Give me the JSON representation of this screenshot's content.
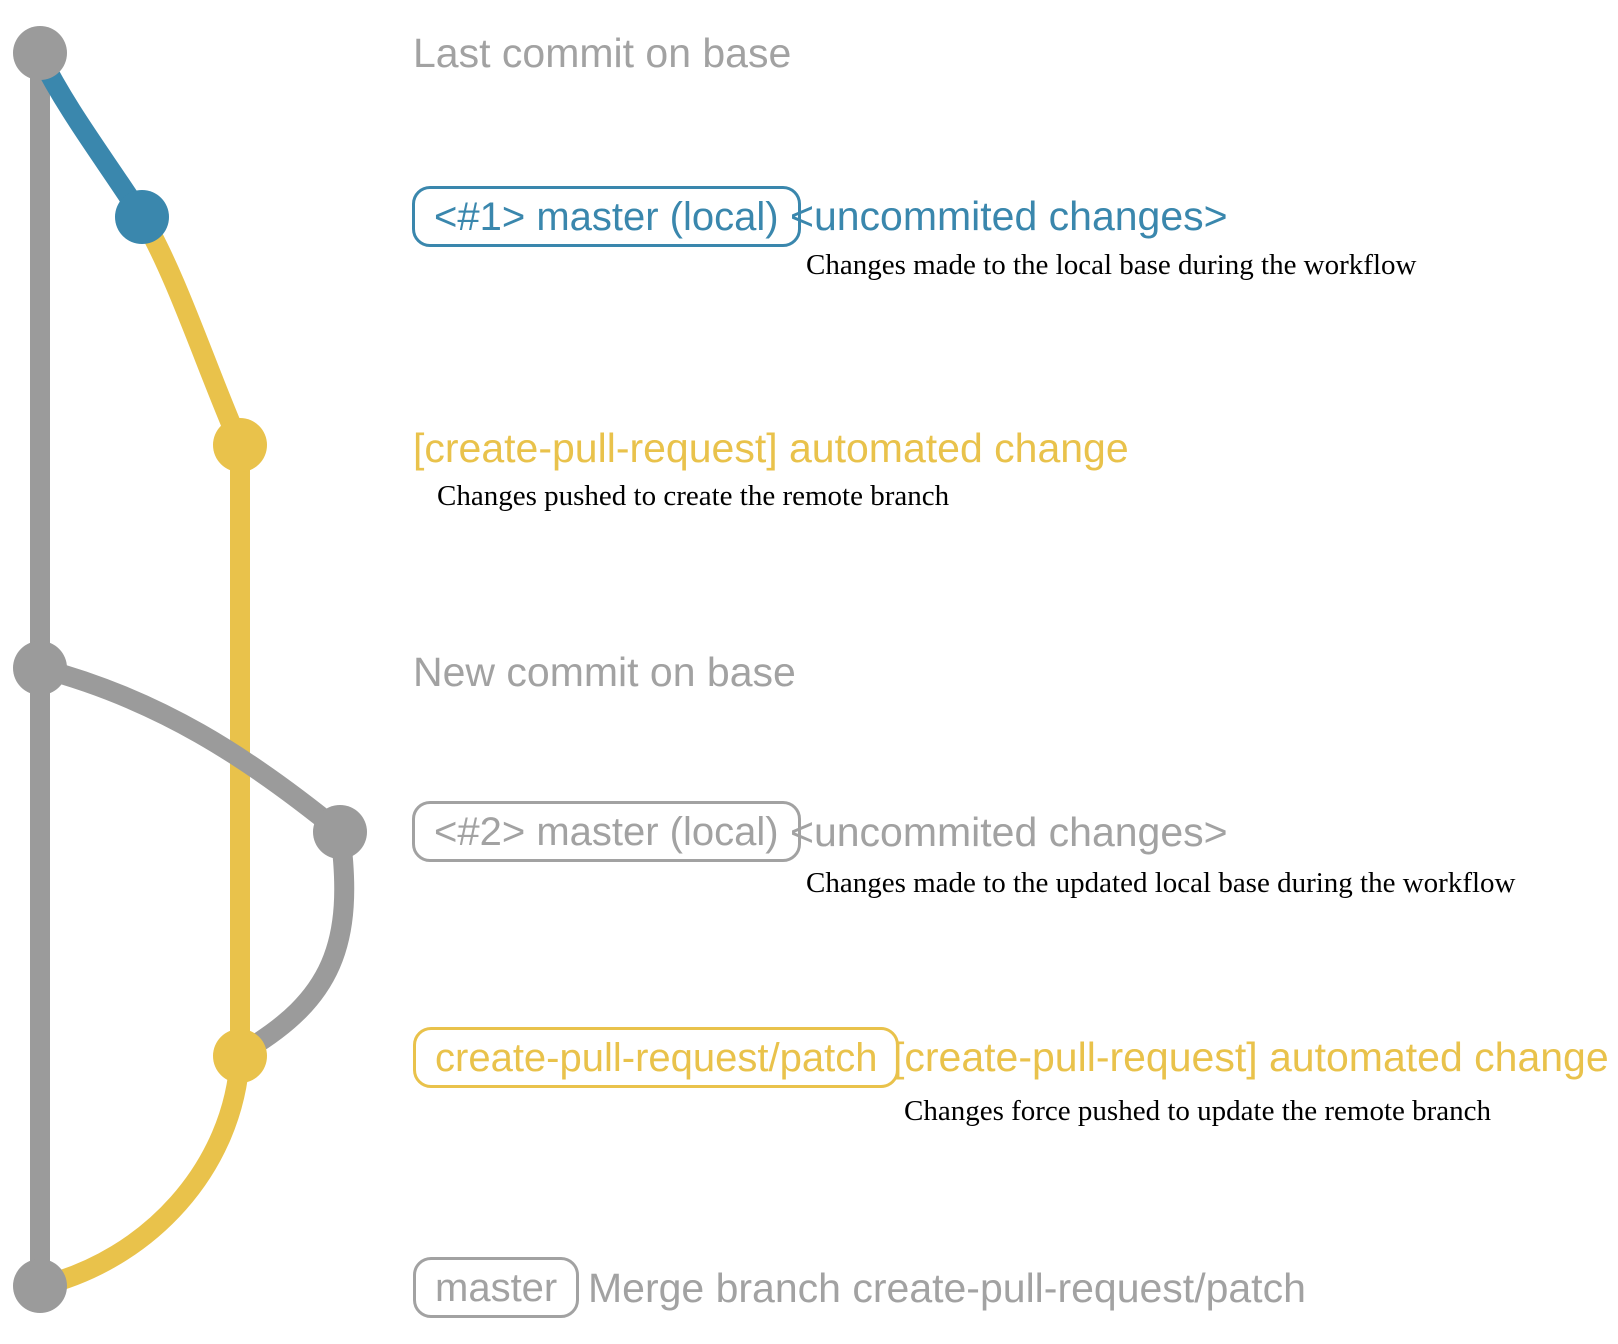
{
  "colors": {
    "background": "#ffffff",
    "base_gray": "#9b9b9b",
    "text_gray": "#a2a2a2",
    "local_blue": "#3a87ad",
    "patch_yellow": "#e9c24b",
    "description_black": "#000000"
  },
  "rows": {
    "last_commit": {
      "title": "Last commit on base"
    },
    "local_1": {
      "badge": "<#1> master (local)",
      "annotation": "<uncommited changes>",
      "description": "Changes made to the local base during the workflow"
    },
    "patch_1": {
      "title": "[create-pull-request] automated change",
      "description": "Changes pushed to create the remote branch"
    },
    "new_commit": {
      "title": "New commit on base"
    },
    "local_2": {
      "badge": "<#2> master (local)",
      "annotation": "<uncommited changes>",
      "description": "Changes made to the updated local base during the workflow"
    },
    "patch_2": {
      "badge": "create-pull-request/patch",
      "title": "[create-pull-request] automated change",
      "description": "Changes force pushed to update the remote branch"
    },
    "merge": {
      "badge": "master",
      "message": "Merge branch create-pull-request/patch"
    }
  }
}
